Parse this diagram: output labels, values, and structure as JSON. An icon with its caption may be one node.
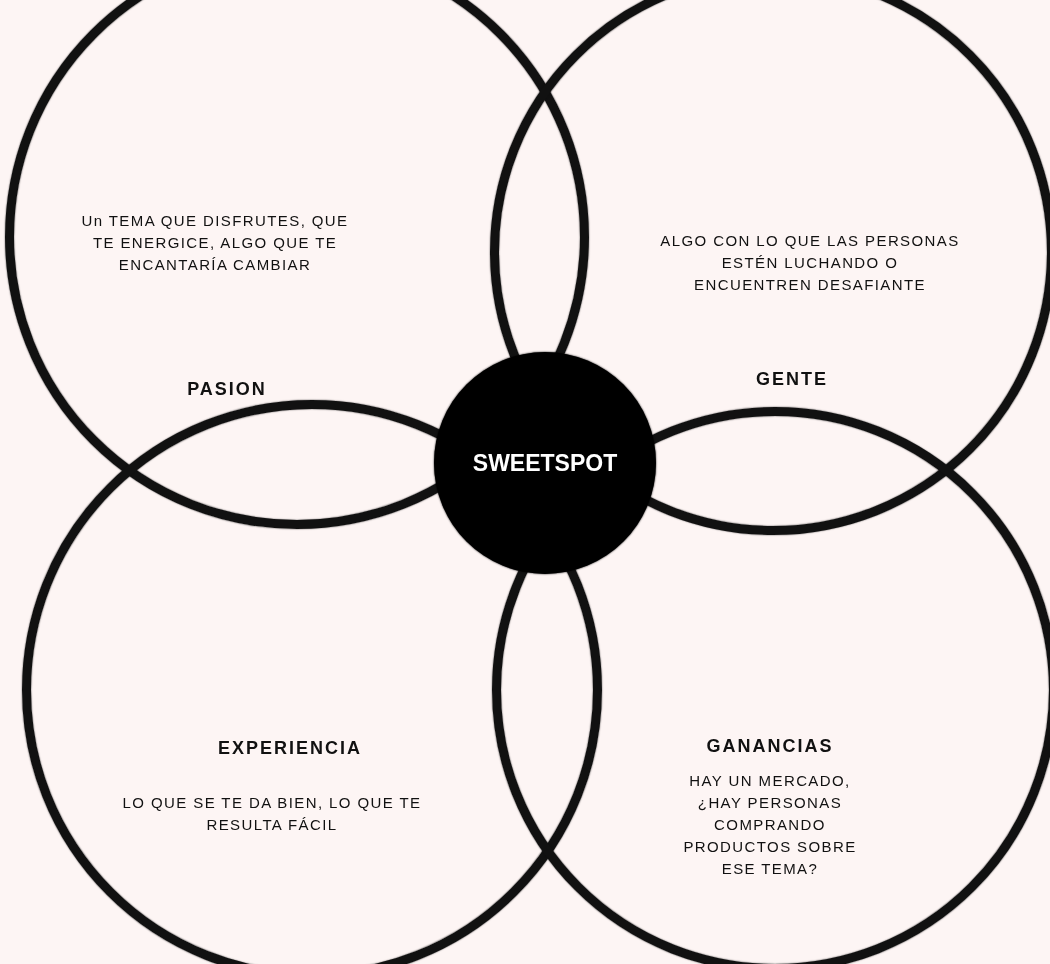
{
  "diagram": {
    "nodes": [
      {
        "text": [
          "Un TEMA QUE DISFRUTES, QUE TE ENERGICE, ALGO QUE TE ENCANTARÍA CAMBIAR",
          "PASION"
        ]
      },
      {
        "text": [
          "ALGO CON LO QUE LAS PERSONAS ESTÉN LUCHANDO O ENCUENTREN DESAFIANTE",
          "GENTE"
        ]
      },
      {
        "text": [
          "EXPERIENCIA",
          "LO QUE SE TE DA BIEN, LO QUE TE RESULTA FÁCIL"
        ]
      },
      {
        "text": [
          "GANANCIAS",
          "HAY UN MERCADO, ¿HAY PERSONAS COMPRANDO PRODUCTOS SOBRE ESE TEMA?"
        ]
      },
      {
        "text": [
          "SWEETSPOT"
        ]
      }
    ]
  }
}
